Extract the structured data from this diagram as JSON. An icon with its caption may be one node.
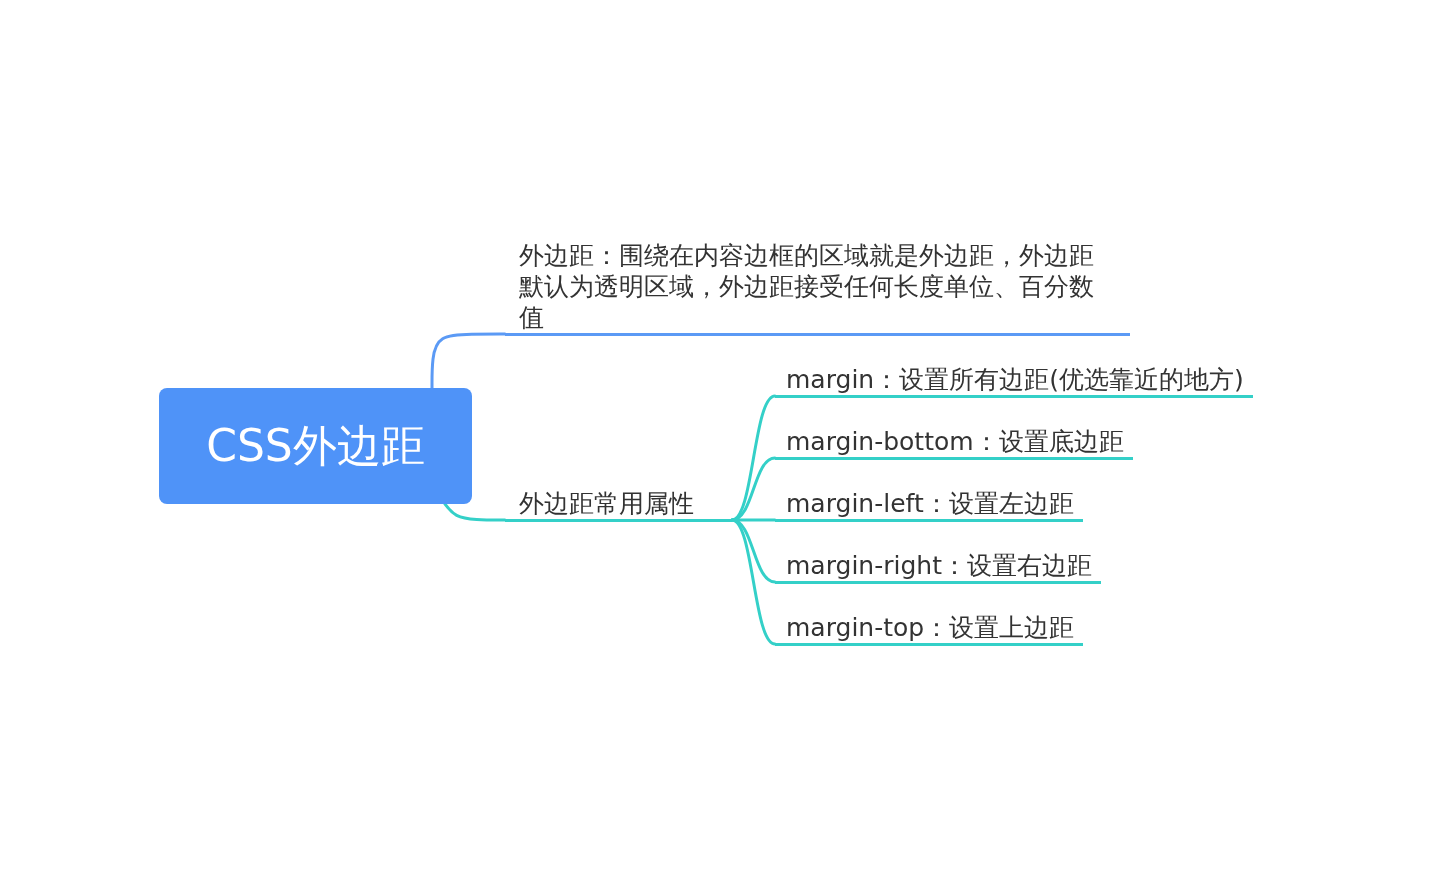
{
  "diagram": {
    "nodes": [
      {
        "text": [
          "CSS外边距"
        ]
      },
      {
        "text": [
          "外边距：围绕在内容边框的区域就是外边距，外边距默认为透明区域，外边距接受任何长度单位、百分数值"
        ]
      },
      {
        "text": [
          "外边距常用属性"
        ]
      },
      {
        "text": [
          "margin：设置所有边距(优选靠近的地方)"
        ]
      },
      {
        "text": [
          "margin-bottom：设置底边距"
        ]
      },
      {
        "text": [
          "margin-left：设置左边距"
        ]
      },
      {
        "text": [
          "margin-right：设置右边距"
        ]
      },
      {
        "text": [
          "margin-top：设置上边距"
        ]
      }
    ],
    "edges": [
      {
        "from": 0,
        "to": 1,
        "arrow": "none",
        "color": "#5b9af5"
      },
      {
        "from": 0,
        "to": 2,
        "arrow": "none"
      },
      {
        "from": 2,
        "to": 3,
        "arrow": "none"
      },
      {
        "from": 2,
        "to": 4,
        "arrow": "none"
      },
      {
        "from": 2,
        "to": 5,
        "arrow": "none"
      },
      {
        "from": 2,
        "to": 6,
        "arrow": "none"
      },
      {
        "from": 2,
        "to": 7,
        "arrow": "none"
      }
    ]
  }
}
